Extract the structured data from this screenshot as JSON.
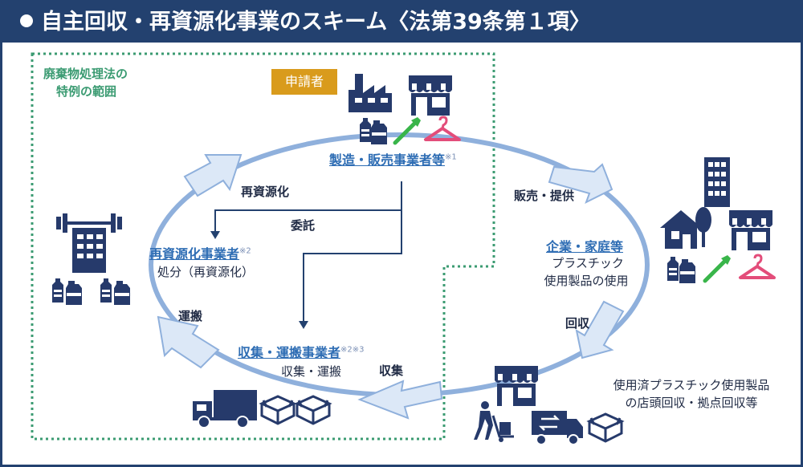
{
  "header": {
    "title": "自主回収・再資源化事業のスキーム〈法第39条第１項〉"
  },
  "zone": {
    "label_line1": "廃棄物処理法の",
    "label_line2": "特例の範囲"
  },
  "applicant_badge": "申請者",
  "nodes": {
    "manufacturer": {
      "label": "製造・販売事業者等",
      "note": "※1"
    },
    "recycler": {
      "label": "再資源化事業者",
      "note": "※2",
      "sub": "処分（再資源化）"
    },
    "collector": {
      "label": "収集・運搬事業者",
      "note": "※2※3",
      "sub": "収集・運搬"
    },
    "consumers": {
      "label": "企業・家庭等",
      "sub1": "プラスチック",
      "sub2": "使用製品の使用"
    },
    "store_collection": {
      "line1": "使用済プラスチック使用製品",
      "line2": "の店頭回収・拠点回収等"
    }
  },
  "flows": {
    "sale": "販売・提供",
    "recover": "回収",
    "collect": "収集",
    "transport": "運搬",
    "recycle": "再資源化",
    "entrust": "委託"
  },
  "colors": {
    "header_bg": "#23416f",
    "icon_navy": "#263a6b",
    "zone_border": "#3b9b72",
    "applicant_bg": "#d99b1c",
    "link": "#2e6db4",
    "ellipse": "#8fb0dc",
    "toothbrush": "#39b54a",
    "hanger": "#e34d7a"
  },
  "icons": [
    "factory-icon",
    "store-icon",
    "bottle-icon",
    "toothbrush-icon",
    "hanger-icon",
    "office-building-icon",
    "house-icon",
    "tree-icon",
    "truck-icon",
    "box-icon",
    "worker-cart-icon",
    "delivery-truck-icon",
    "dumbbell-building-icon"
  ]
}
